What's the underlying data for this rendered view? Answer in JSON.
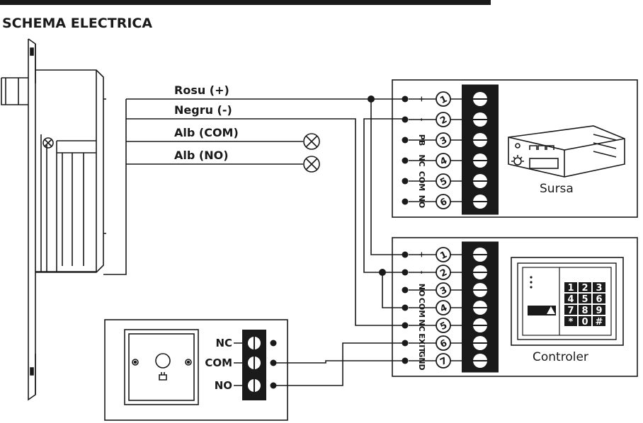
{
  "title": "SCHEMA ELECTRICA",
  "wires": {
    "rosu": "Rosu (+)",
    "negru": "Negru (-)",
    "alb_com": "Alb (COM)",
    "alb_no": "Alb (NO)"
  },
  "power_supply": {
    "caption": "Sursa",
    "terminals": [
      {
        "n": "1",
        "label": "+"
      },
      {
        "n": "2",
        "label": "-"
      },
      {
        "n": "3",
        "label": "PB"
      },
      {
        "n": "4",
        "label": "NC"
      },
      {
        "n": "5",
        "label": "COM"
      },
      {
        "n": "6",
        "label": "NO"
      }
    ]
  },
  "controller": {
    "caption": "Controler",
    "terminals": [
      {
        "n": "1",
        "label": "+"
      },
      {
        "n": "2",
        "label": "-"
      },
      {
        "n": "3",
        "label": "NO"
      },
      {
        "n": "4",
        "label": "COM"
      },
      {
        "n": "5",
        "label": "NC"
      },
      {
        "n": "6",
        "label": "EXIT"
      },
      {
        "n": "7",
        "label": "GND"
      }
    ],
    "keypad": [
      "1",
      "2",
      "3",
      "4",
      "5",
      "6",
      "7",
      "8",
      "9",
      "*",
      "0",
      "#"
    ]
  },
  "exit_button": {
    "terminals": [
      "NC",
      "COM",
      "NO"
    ]
  }
}
